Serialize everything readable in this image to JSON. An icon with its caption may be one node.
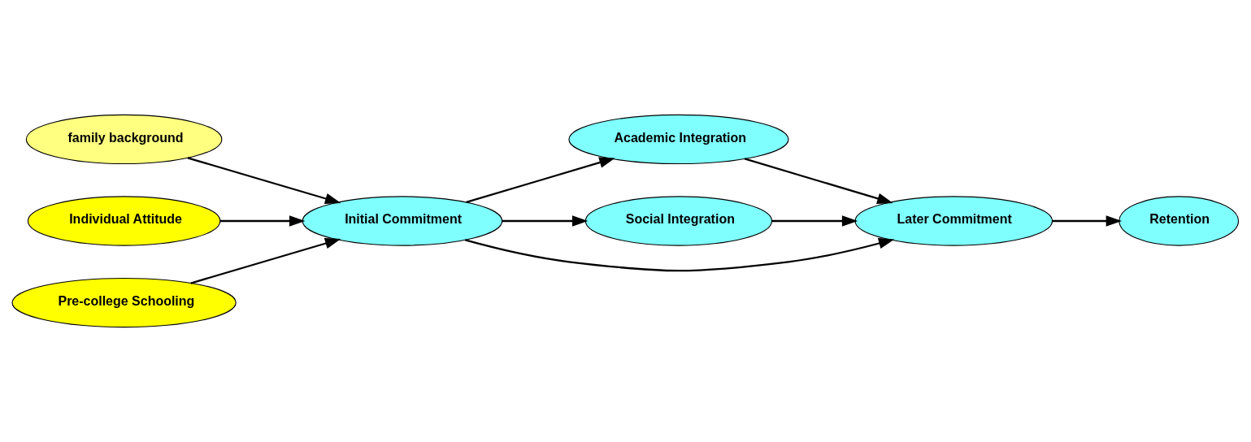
{
  "diagram": {
    "nodes": [
      {
        "text": [
          "family background"
        ]
      },
      {
        "text": [
          "Individual Attitude"
        ]
      },
      {
        "text": [
          "Pre-college Schooling"
        ]
      },
      {
        "text": [
          "Initial Commitment"
        ]
      },
      {
        "text": [
          "Academic Integration"
        ]
      },
      {
        "text": [
          "Social Integration"
        ]
      },
      {
        "text": [
          "Later Commitment"
        ]
      },
      {
        "text": [
          "Retention"
        ]
      }
    ],
    "edges": [
      {
        "from": 0,
        "to": 3,
        "arrow": "to"
      },
      {
        "from": 1,
        "to": 3,
        "arrow": "to"
      },
      {
        "from": 2,
        "to": 3,
        "arrow": "to"
      },
      {
        "from": 3,
        "to": 4,
        "arrow": "to"
      },
      {
        "from": 3,
        "to": 6,
        "arrow": "to"
      },
      {
        "from": 3,
        "to": 5,
        "arrow": "to"
      },
      {
        "from": 4,
        "to": 6,
        "arrow": "to"
      },
      {
        "from": 5,
        "to": 6,
        "arrow": "to"
      },
      {
        "from": 6,
        "to": 7,
        "arrow": "to"
      }
    ]
  }
}
